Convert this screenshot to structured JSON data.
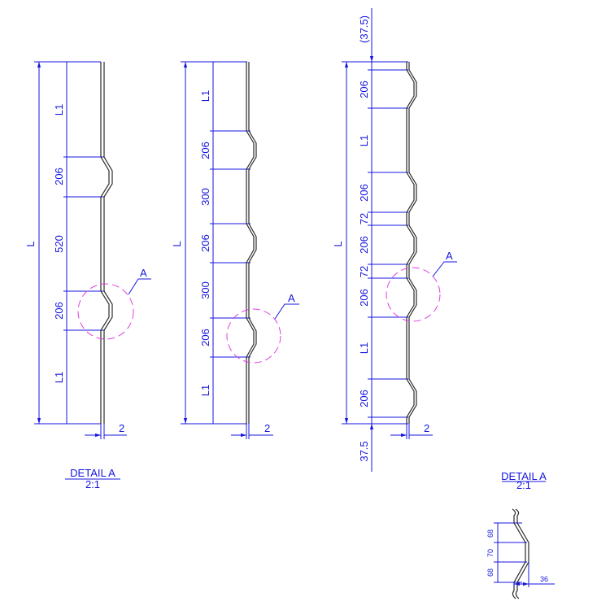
{
  "profile1": {
    "overall": "L",
    "segments": [
      "L1",
      "206",
      "520",
      "206",
      "L1"
    ],
    "thickness": "2",
    "detail_marker": "A"
  },
  "profile2": {
    "overall": "L",
    "segments": [
      "L1",
      "206",
      "300",
      "206",
      "300",
      "206",
      "L1"
    ],
    "thickness": "2",
    "detail_marker": "A"
  },
  "profile3": {
    "overall": "L",
    "top_offset": "(37.5)",
    "bottom_offset": "37.5",
    "segments": [
      "206",
      "L1",
      "206",
      "72",
      "206",
      "72",
      "206",
      "L1",
      "206"
    ],
    "thickness": "2",
    "detail_marker": "A"
  },
  "detail_left": {
    "title": "DETAIL  A",
    "scale": "2:1"
  },
  "detail_right": {
    "title": "DETAIL  A",
    "scale": "2:1",
    "dims": [
      "68",
      "70",
      "68"
    ],
    "depth": "36"
  }
}
